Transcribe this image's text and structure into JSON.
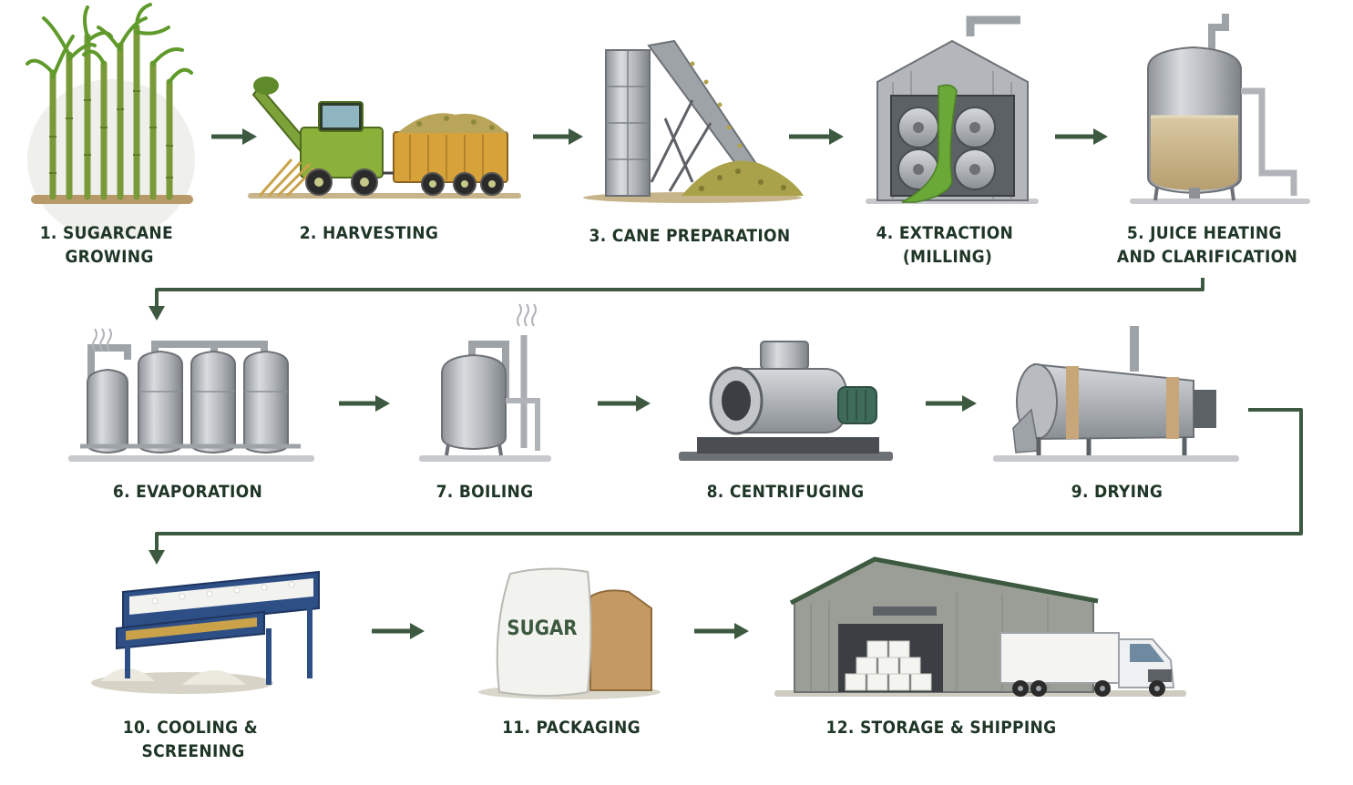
{
  "steps": [
    {
      "id": 1,
      "lines": [
        "1. SUGARCANE",
        "GROWING"
      ],
      "icon": "sugarcane-plant-icon"
    },
    {
      "id": 2,
      "lines": [
        "2. HARVESTING"
      ],
      "icon": "harvester-icon"
    },
    {
      "id": 3,
      "lines": [
        "3. CANE PREPARATION"
      ],
      "icon": "conveyor-shredder-icon"
    },
    {
      "id": 4,
      "lines": [
        "4. EXTRACTION",
        "(MILLING)"
      ],
      "icon": "roller-mill-icon"
    },
    {
      "id": 5,
      "lines": [
        "5. JUICE HEATING",
        "AND CLARIFICATION"
      ],
      "icon": "clarifier-tank-icon"
    },
    {
      "id": 6,
      "lines": [
        "6. EVAPORATION"
      ],
      "icon": "evaporator-bank-icon"
    },
    {
      "id": 7,
      "lines": [
        "7. BOILING"
      ],
      "icon": "vacuum-pan-icon"
    },
    {
      "id": 8,
      "lines": [
        "8. CENTRIFUGING"
      ],
      "icon": "centrifuge-icon"
    },
    {
      "id": 9,
      "lines": [
        "9. DRYING"
      ],
      "icon": "rotary-dryer-icon"
    },
    {
      "id": 10,
      "lines": [
        "10. COOLING &",
        "SCREENING"
      ],
      "icon": "vibrating-screen-icon"
    },
    {
      "id": 11,
      "lines": [
        "11. PACKAGING"
      ],
      "icon": "sugar-bags-icon"
    },
    {
      "id": 12,
      "lines": [
        "12. STORAGE & SHIPPING"
      ],
      "icon": "warehouse-truck-icon"
    }
  ],
  "bag_text": "SUGAR",
  "colors": {
    "arrow": "#3d5a40",
    "label": "#1f3626",
    "steel": "#a9adb1",
    "cane_green": "#7da23a",
    "machine_green": "#8bb13a",
    "trailer_yellow": "#d8a23a",
    "juice_green": "#6aa838",
    "screen_blue": "#2e4f86",
    "sugar_white": "#f2f2ee",
    "kraft_brown": "#c49a62"
  }
}
